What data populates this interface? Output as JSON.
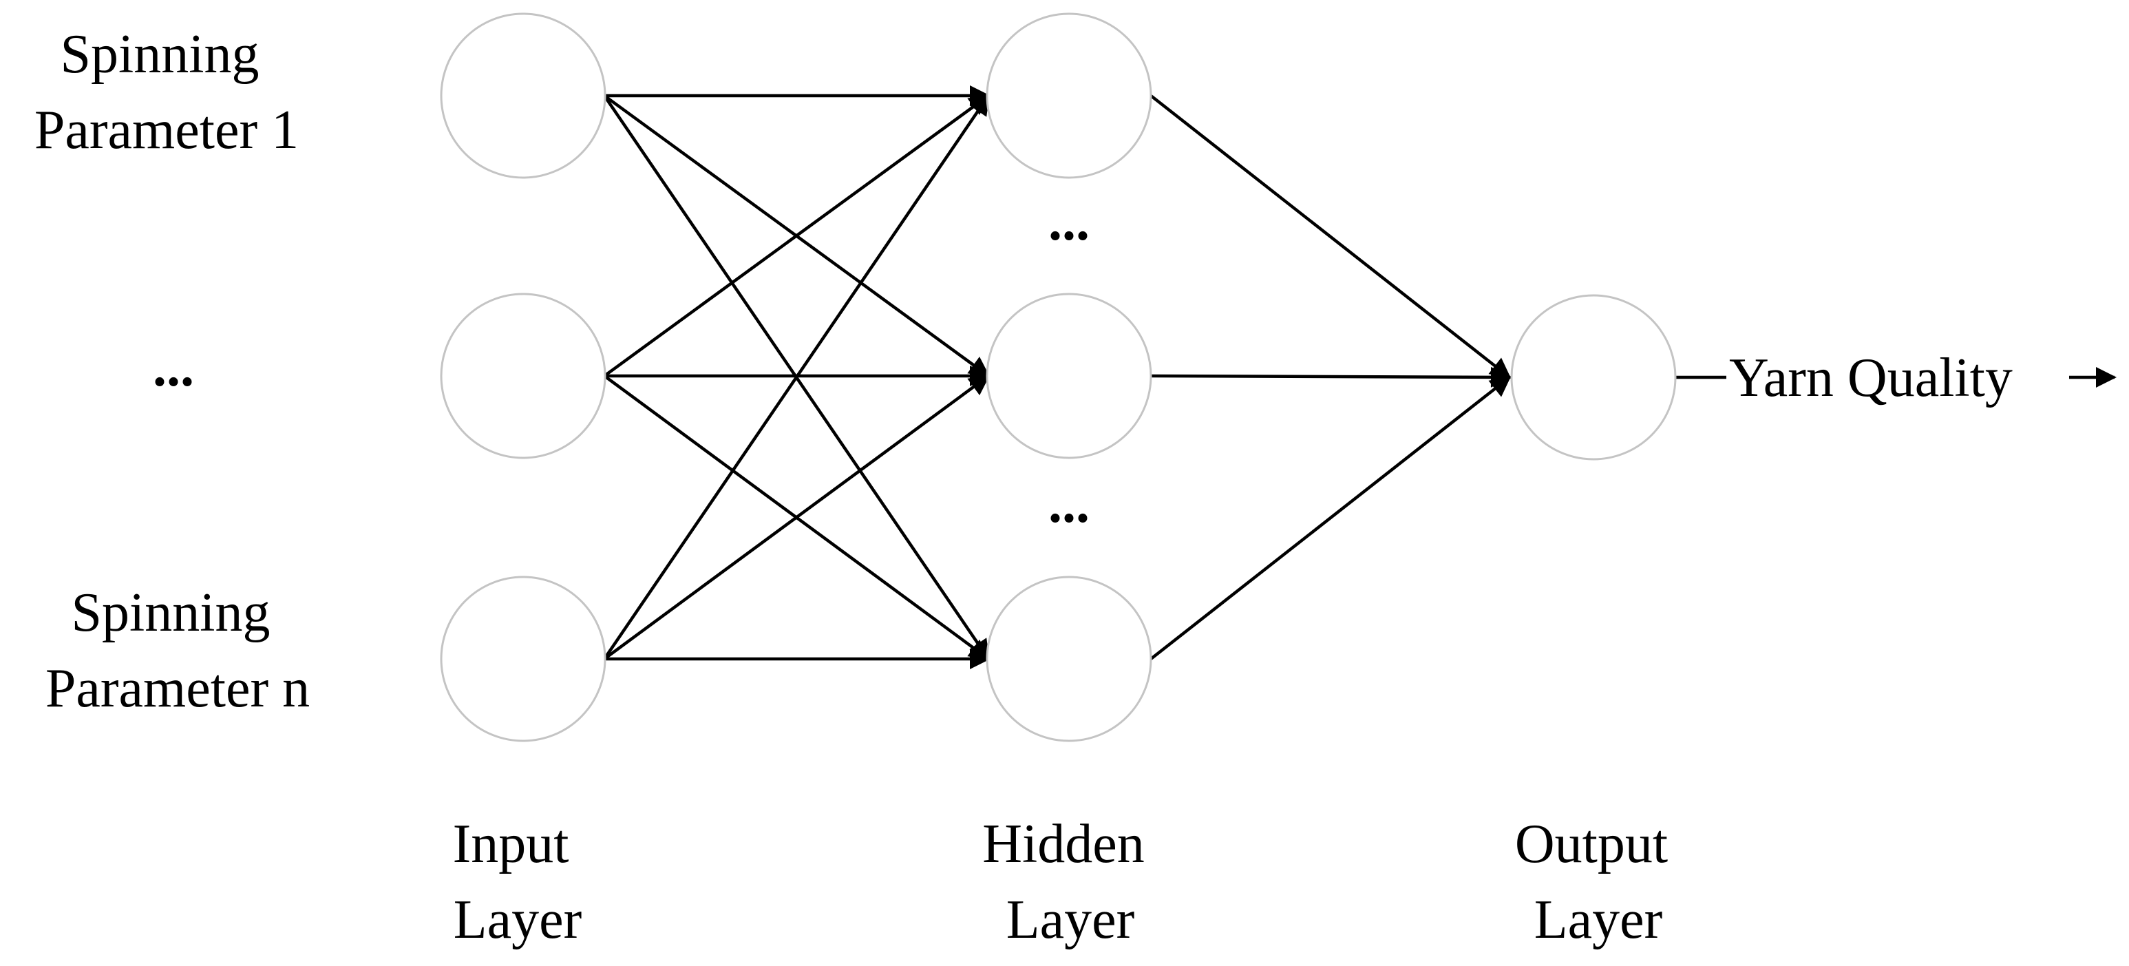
{
  "inputs": {
    "first": [
      "Spinning",
      "Parameter 1"
    ],
    "ellipsis": "...",
    "last": [
      "Spinning",
      "Parameter n"
    ]
  },
  "hidden_ellipsis": "...",
  "output_label": "Yarn Quality",
  "layers": {
    "input": [
      "Input",
      "Layer"
    ],
    "hidden": [
      "Hidden",
      "Layer"
    ],
    "output": [
      "Output",
      "Layer"
    ]
  }
}
